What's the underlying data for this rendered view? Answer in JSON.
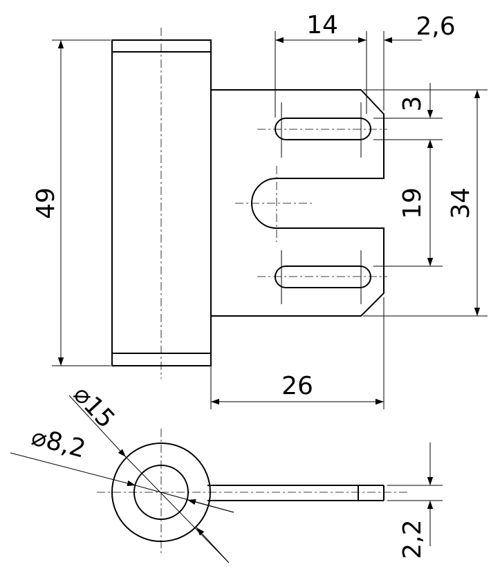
{
  "dimensions": {
    "d49": "49",
    "d14": "14",
    "d2_6": "2,6",
    "d3": "3",
    "d19": "19",
    "d34": "34",
    "d26": "26",
    "dia15": "15",
    "dia8_2": "8,2",
    "d2_2": "2,2"
  },
  "symbols": {
    "diameter": "⌀"
  }
}
